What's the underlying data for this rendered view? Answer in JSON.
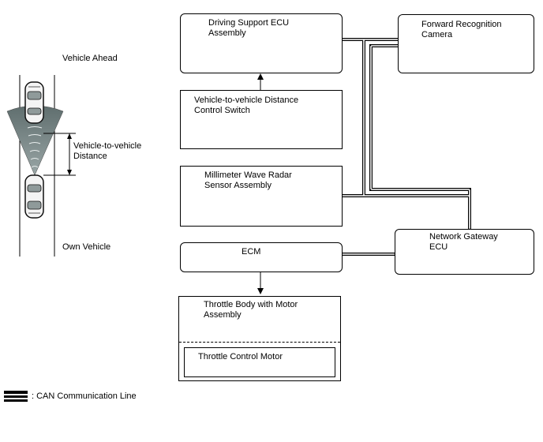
{
  "scene": {
    "vehicle_ahead": "Vehicle Ahead",
    "own_vehicle": "Own Vehicle",
    "distance_label": "Vehicle-to-vehicle\nDistance"
  },
  "boxes": {
    "driving_support_ecu": "Driving Support ECU\nAssembly",
    "forward_camera": "Forward Recognition\nCamera",
    "distance_switch": "Vehicle-to-vehicle Distance\nControl Switch",
    "radar_sensor": "Millimeter Wave Radar\nSensor Assembly",
    "network_gateway": "Network Gateway\nECU",
    "ecm": "ECM",
    "throttle_body": "Throttle Body with Motor\nAssembly",
    "throttle_motor": "Throttle Control Motor"
  },
  "legend": {
    "can_line": ": CAN Communication Line"
  }
}
